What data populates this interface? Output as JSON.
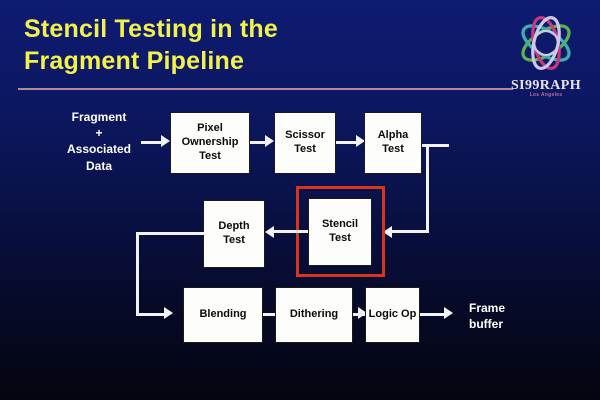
{
  "slide": {
    "title": "Stencil Testing in the\nFragment Pipeline",
    "title_color": "#f2f24a",
    "rule_color": "#b08a9c",
    "background_top_color": "#0e1b72",
    "background_bottom_color": "#03050f"
  },
  "logo": {
    "wordmark": "SI99RAPH",
    "sublabel": "Los Angeles",
    "swirl_colors": [
      "#d13a7e",
      "#5fbf4a",
      "#3fb9b0",
      "#d8d2ef"
    ]
  },
  "diagram": {
    "input_label": "Fragment\n+\nAssociated\nData",
    "output_label": "Frame\nbuffer",
    "highlight_color": "#d8341c",
    "node_fill": "#fdfdfb",
    "node_text_color": "#0a0a0a",
    "connector_color": "#f2f2f7",
    "highlighted_node": "Stencil Test",
    "nodes": [
      {
        "id": "pixel-ownership-test",
        "label": "Pixel\nOwnership\nTest",
        "row": 1
      },
      {
        "id": "scissor-test",
        "label": "Scissor\nTest",
        "row": 1
      },
      {
        "id": "alpha-test",
        "label": "Alpha\nTest",
        "row": 1
      },
      {
        "id": "depth-test",
        "label": "Depth\nTest",
        "row": 2
      },
      {
        "id": "stencil-test",
        "label": "Stencil\nTest",
        "row": 2
      },
      {
        "id": "blending",
        "label": "Blending",
        "row": 3
      },
      {
        "id": "dithering",
        "label": "Dithering",
        "row": 3
      },
      {
        "id": "logic-op",
        "label": "Logic Op",
        "row": 3
      }
    ],
    "flow_order": [
      "Fragment + Associated Data",
      "Pixel Ownership Test",
      "Scissor Test",
      "Alpha Test",
      "Stencil Test",
      "Depth Test",
      "Blending",
      "Dithering",
      "Logic Op",
      "Frame buffer"
    ]
  }
}
